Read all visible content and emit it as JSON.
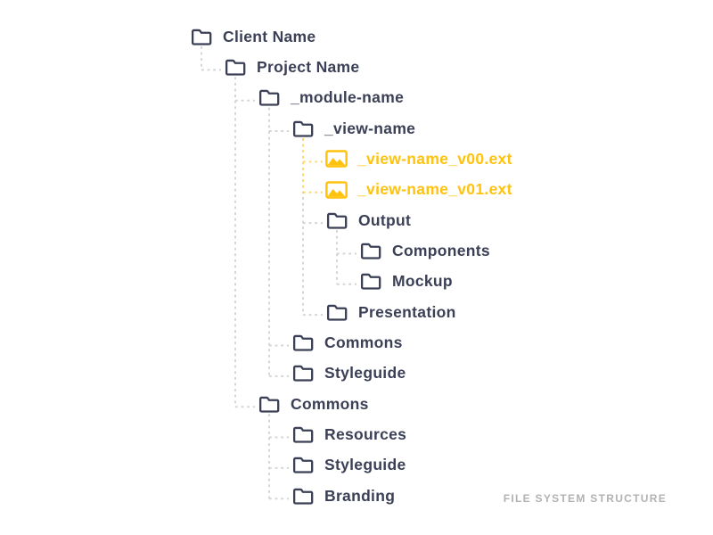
{
  "diagram_title": "FILE SYSTEM STRUCTURE",
  "footer": {
    "label": "FILE SYSTEM STRUCTURE"
  },
  "colors": {
    "background": "#ffffff",
    "folder": "#3B4056",
    "folder_text": "#3B4056",
    "file": "#FFC20D",
    "file_text": "#FFC20D",
    "connector": "#D5D5D5",
    "connector_highlight": "#FFD970",
    "footer_text": "#B2B2B2"
  },
  "tree": {
    "rows": [
      {
        "label": "Client Name",
        "type": "folder",
        "level": 0,
        "parent": null
      },
      {
        "label": "Project Name",
        "type": "folder",
        "level": 1,
        "parent": 0
      },
      {
        "label": "_module-name",
        "type": "folder",
        "level": 2,
        "parent": 1
      },
      {
        "label": "_view-name",
        "type": "folder",
        "level": 3,
        "parent": 2
      },
      {
        "label": "_view-name_v00.ext",
        "type": "file",
        "level": 4,
        "parent": 3
      },
      {
        "label": "_view-name_v01.ext",
        "type": "file",
        "level": 4,
        "parent": 3
      },
      {
        "label": "Output",
        "type": "folder",
        "level": 4,
        "parent": 3
      },
      {
        "label": "Components",
        "type": "folder",
        "level": 5,
        "parent": 6
      },
      {
        "label": "Mockup",
        "type": "folder",
        "level": 5,
        "parent": 6
      },
      {
        "label": "Presentation",
        "type": "folder",
        "level": 4,
        "parent": 3
      },
      {
        "label": "Commons",
        "type": "folder",
        "level": 3,
        "parent": 2
      },
      {
        "label": "Styleguide",
        "type": "folder",
        "level": 3,
        "parent": 2
      },
      {
        "label": "Commons",
        "type": "folder",
        "level": 2,
        "parent": 1
      },
      {
        "label": "Resources",
        "type": "folder",
        "level": 3,
        "parent": 12
      },
      {
        "label": "Styleguide",
        "type": "folder",
        "level": 3,
        "parent": 12
      },
      {
        "label": "Branding",
        "type": "folder",
        "level": 3,
        "parent": 12
      }
    ]
  }
}
